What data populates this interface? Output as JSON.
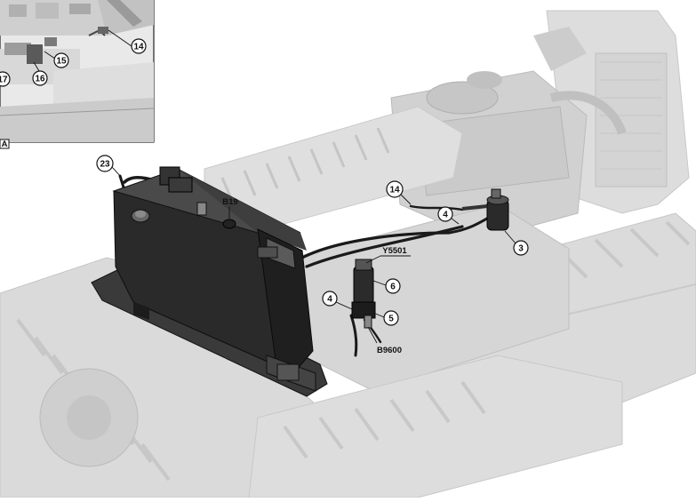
{
  "inset": {
    "callouts": [
      "14",
      "15",
      "16",
      "17"
    ],
    "corner_tag": "A"
  },
  "callouts": {
    "c23": "23",
    "c14": "14",
    "c4a": "4",
    "c3": "3",
    "c6": "6",
    "c4b": "4",
    "c5": "5"
  },
  "codes": {
    "b19": "B19",
    "y5501": "Y5501",
    "b9600": "B9600"
  },
  "colors": {
    "machine": "#d6d6d6",
    "machine_dark": "#b9b9b9",
    "tank": "#2a2a2a",
    "tank_light": "#4a4a4a",
    "hose": "#1a1a1a"
  }
}
